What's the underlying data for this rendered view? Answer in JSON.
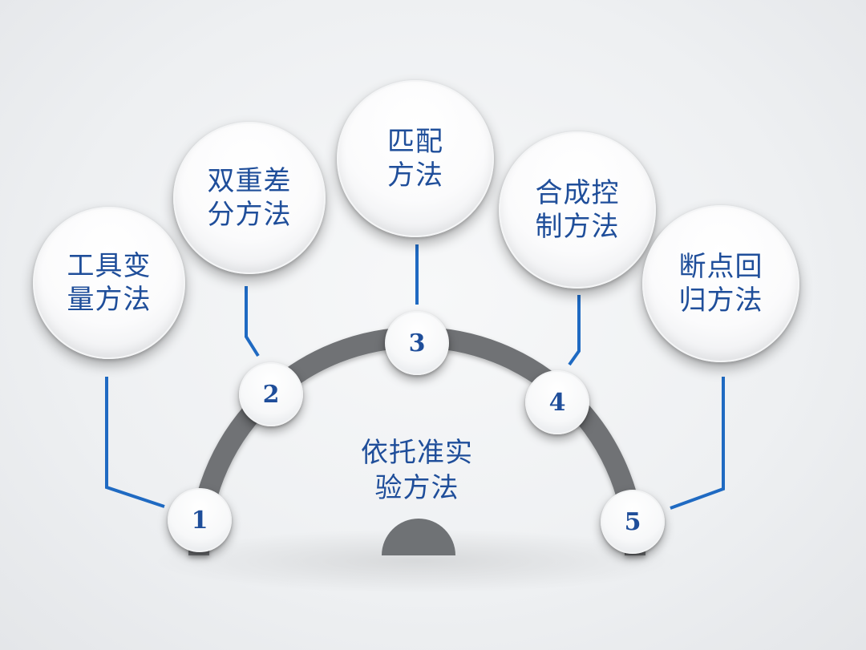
{
  "center": {
    "label": "依托准实\n验方法"
  },
  "methods": [
    {
      "number": "1",
      "label": "工具变\n量方法"
    },
    {
      "number": "2",
      "label": "双重差\n分方法"
    },
    {
      "number": "3",
      "label": "匹配\n方法"
    },
    {
      "number": "4",
      "label": "合成控\n制方法"
    },
    {
      "number": "5",
      "label": "断点回\n归方法"
    }
  ],
  "colors": {
    "accent_blue": "#1f6ac2",
    "text_blue": "#1f4e9a",
    "arc_gray": "#6f7275"
  }
}
